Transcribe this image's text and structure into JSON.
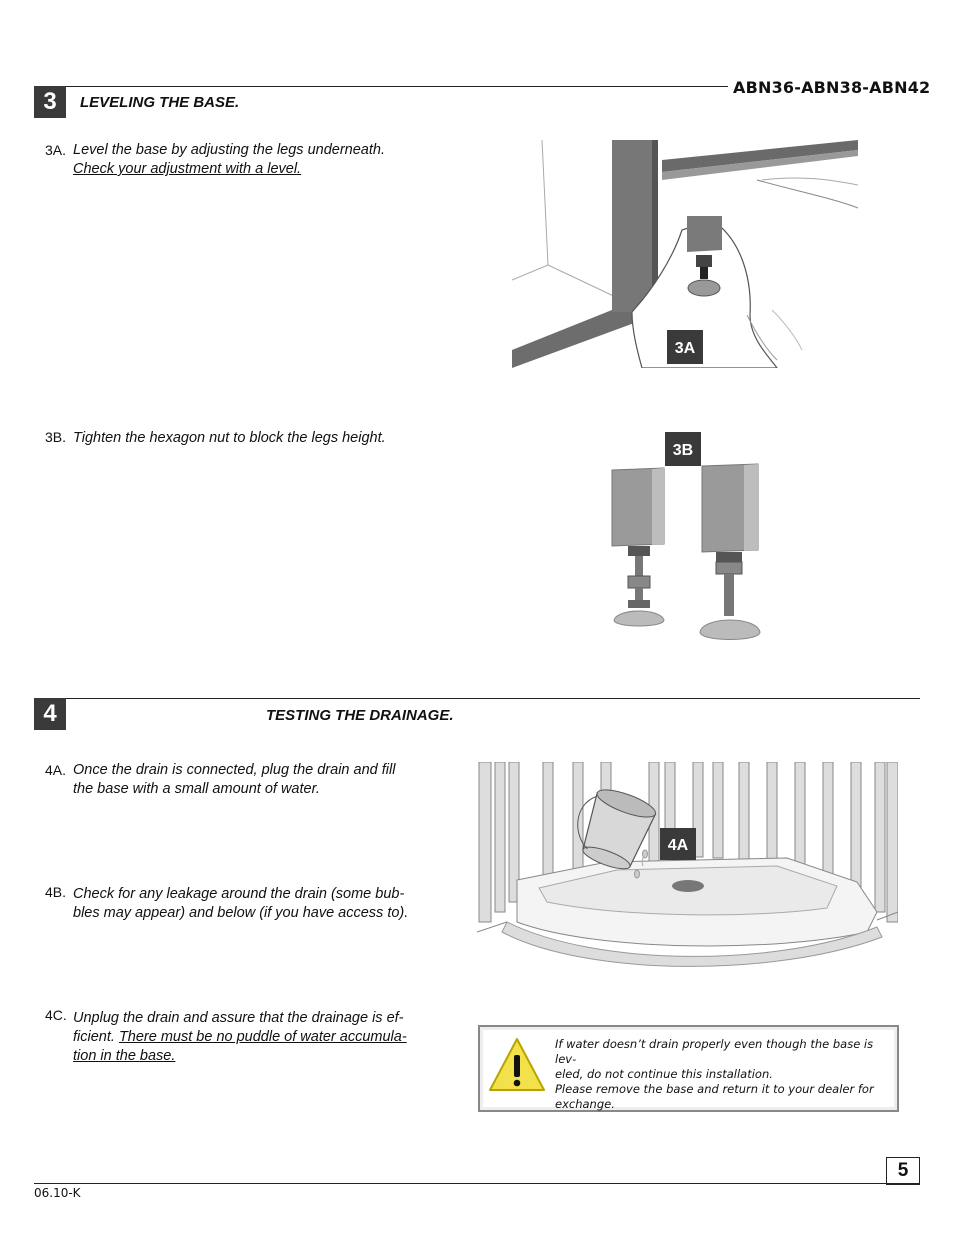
{
  "header": {
    "model": "ABN36-ABN38-ABN42"
  },
  "section3": {
    "number": "3",
    "title": "LEVELING THE BASE.",
    "step_a": {
      "label": "3A.",
      "line1": "Level the base by adjusting the legs underneath.",
      "line2": "Check your adjustment with a level."
    },
    "step_b": {
      "label": "3B.",
      "line1": "Tighten the hexagon nut to block the legs height."
    },
    "fig_a_tag": "3A",
    "fig_b_tag": "3B"
  },
  "section4": {
    "number": "4",
    "title": "TESTING THE DRAINAGE.",
    "step_a": {
      "label": "4A.",
      "line1": "Once the drain is connected, plug the drain and fill",
      "line2": "the base with a small amount of water."
    },
    "step_b": {
      "label": "4B.",
      "line1": "Check for any leakage around the drain (some bub-",
      "line2": "bles may appear) and below (if you have access to)."
    },
    "step_c": {
      "label": "4C.",
      "line1": "Unplug the drain and assure that the drainage is ef-",
      "line2_plain": "ficient. ",
      "line2_underlined": "There must be no puddle of water accumula-",
      "line3_underlined": "tion in the base."
    },
    "fig_a_tag": "4A"
  },
  "warning": {
    "icon": "warning-triangle-icon",
    "line1": "If water doesn’t drain properly even though the base is lev-",
    "line2": "eled, do not continue this installation.",
    "line3": "Please remove the base and return it to your dealer for",
    "line4": "exchange."
  },
  "footer": {
    "page_number": "5",
    "doc_code": "06.10-K"
  }
}
